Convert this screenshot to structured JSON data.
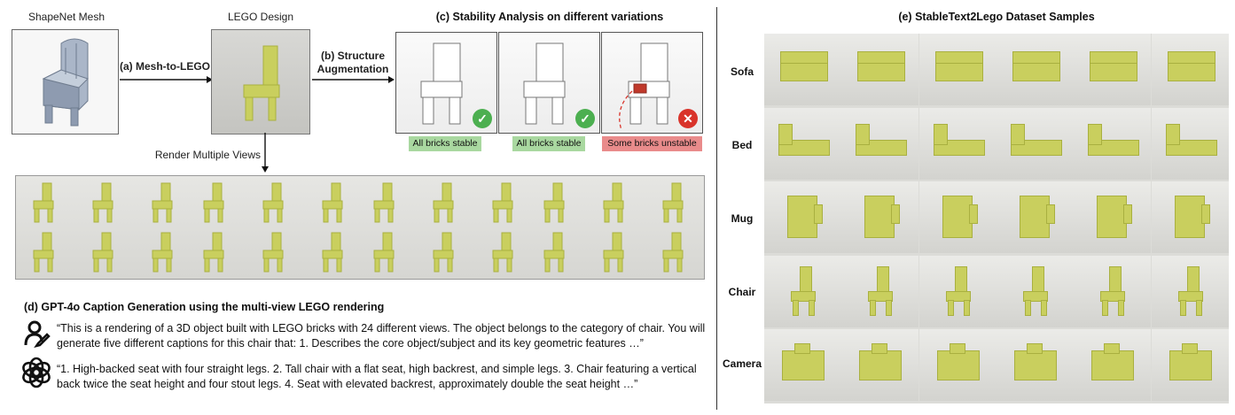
{
  "left": {
    "mesh_title": "ShapeNet Mesh",
    "lego_title": "LEGO Design",
    "arrow_a": "(a) Mesh-to-LEGO",
    "arrow_b_line1": "(b) Structure",
    "arrow_b_line2": "Augmentation",
    "panel_c_title": "(c) Stability Analysis on different variations",
    "stability": [
      {
        "label": "All bricks stable",
        "status": "ok",
        "mark": "✓"
      },
      {
        "label": "All bricks stable",
        "status": "ok",
        "mark": "✓"
      },
      {
        "label": "Some bricks unstable",
        "status": "bad",
        "mark": "✕"
      }
    ],
    "render_label": "Render Multiple Views",
    "panel_d_title": "(d) GPT-4o Caption Generation using the multi-view LEGO rendering",
    "prompt_text": "“This is a rendering of a 3D object built with LEGO bricks with 24 different views. The object belongs to the category of chair. You will generate five different captions for this chair that: 1. Describes the core object/subject and its key geometric features …”",
    "response_text": "“1. High-backed seat with four straight legs. 2. Tall chair with a flat seat, high backrest, and simple legs. 3. Chair featuring a vertical back twice the seat height and four stout legs. 4. Seat with elevated backrest, approximately double the seat height …”",
    "user_icon": "user-icon",
    "openai_icon": "openai-logo-icon"
  },
  "right": {
    "title": "(e) StableText2Lego Dataset Samples",
    "rows": [
      "Sofa",
      "Bed",
      "Mug",
      "Chair",
      "Camera"
    ]
  },
  "colors": {
    "lego": "#c9cf5e",
    "stable": "#a9d8a0",
    "unstable": "#e98b8b",
    "check": "#4caf50",
    "cross": "#d9342b"
  }
}
